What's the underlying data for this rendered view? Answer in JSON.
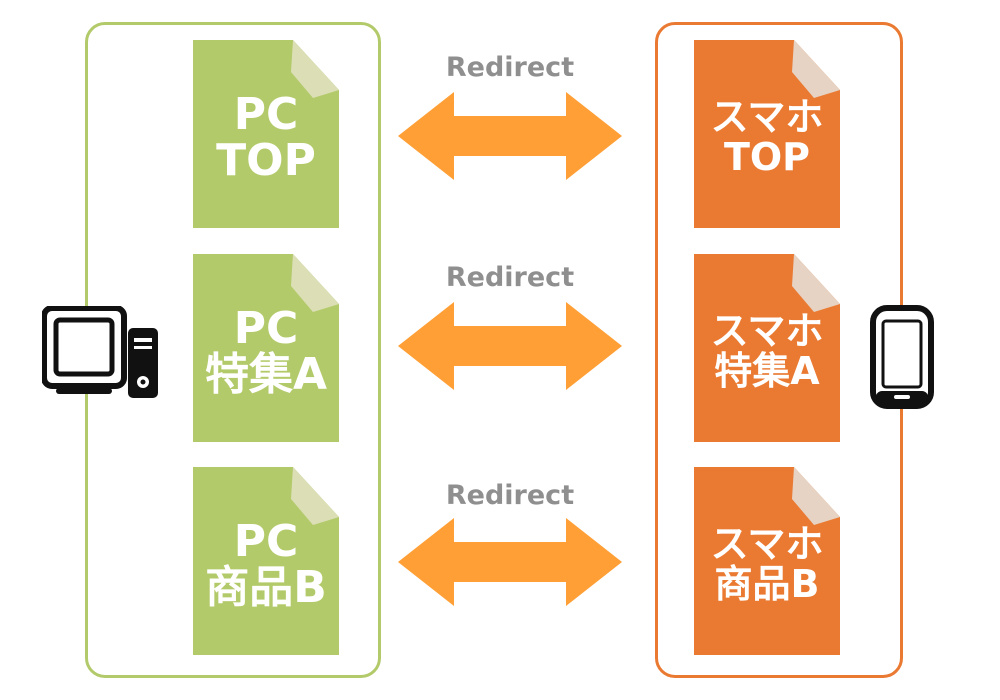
{
  "colors": {
    "pc_page": "#b3ca6b",
    "pc_fold": "#dcdfb6",
    "pc_border": "#b3ca6b",
    "sp_page": "#ea7a32",
    "sp_fold": "#e6d3c4",
    "sp_border": "#ea7a32",
    "arrow": "#ff9f35",
    "redirect_text": "#8f8f8f",
    "device": "#111111"
  },
  "pc_pages": [
    {
      "line1": "PC",
      "line2": "TOP"
    },
    {
      "line1": "PC",
      "line2": "特集A"
    },
    {
      "line1": "PC",
      "line2": "商品B"
    }
  ],
  "sp_pages": [
    {
      "line1": "スマホ",
      "line2": "TOP"
    },
    {
      "line1": "スマホ",
      "line2": "特集A"
    },
    {
      "line1": "スマホ",
      "line2": "商品B"
    }
  ],
  "redirects": [
    {
      "label": "Redirect"
    },
    {
      "label": "Redirect"
    },
    {
      "label": "Redirect"
    }
  ],
  "icons": {
    "pc": "desktop-computer-icon",
    "sp": "smartphone-icon"
  }
}
